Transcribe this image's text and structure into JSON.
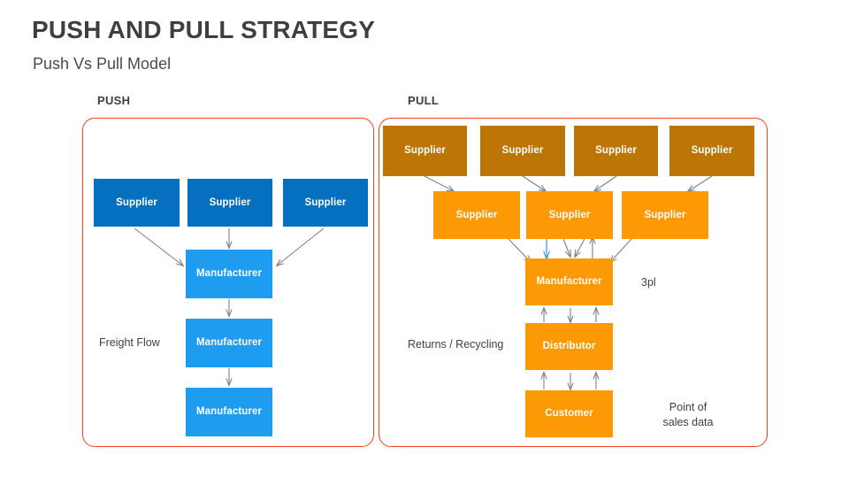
{
  "slide": {
    "title": "PUSH AND PULL STRATEGY",
    "subtitle": "Push Vs Pull Model"
  },
  "colors": {
    "panel_border": "#f5401e",
    "supplier_blue_dark": "#0570c0",
    "manufacturer_blue_light": "#1e9cf0",
    "supplier_brown": "#bd7606",
    "node_orange": "#fc9905",
    "arrow_gray": "#808080",
    "arrow_blue": "#2e9bd6",
    "text_dark": "#404040"
  },
  "push": {
    "header": "PUSH",
    "caption": "Freight Flow",
    "suppliers": [
      {
        "label": "Supplier"
      },
      {
        "label": "Supplier"
      },
      {
        "label": "Supplier"
      }
    ],
    "manufacturers": [
      {
        "label": "Manufacturer"
      },
      {
        "label": "Manufacturer"
      },
      {
        "label": "Manufacturer"
      }
    ]
  },
  "pull": {
    "header": "PULL",
    "suppliers_row1": [
      {
        "label": "Supplier"
      },
      {
        "label": "Supplier"
      },
      {
        "label": "Supplier"
      },
      {
        "label": "Supplier"
      }
    ],
    "suppliers_row2": [
      {
        "label": "Supplier"
      },
      {
        "label": "Supplier"
      },
      {
        "label": "Supplier"
      }
    ],
    "chain": [
      {
        "label": "Manufacturer"
      },
      {
        "label": "Distributor"
      },
      {
        "label": "Customer"
      }
    ],
    "captions": {
      "three_pl": "3pl",
      "returns": "Returns / Recycling",
      "pos_line1": "Point of",
      "pos_line2": "sales data"
    }
  }
}
